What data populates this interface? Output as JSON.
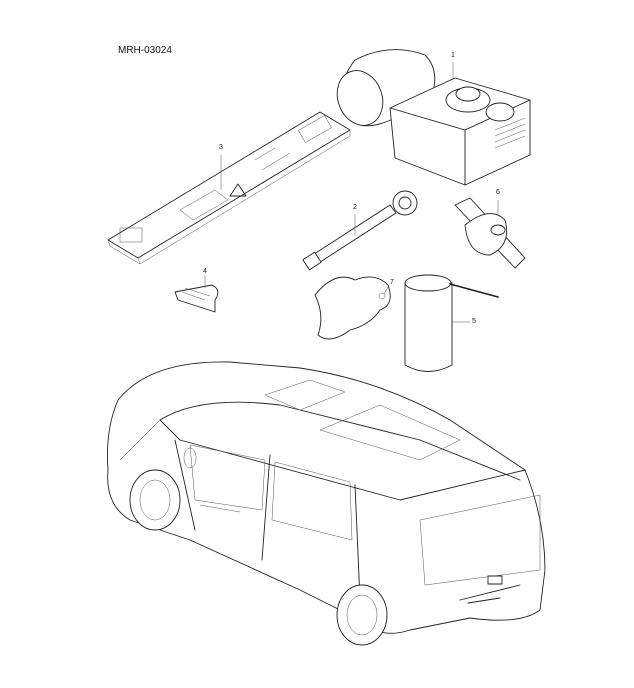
{
  "diagram": {
    "code": "MRH-03024",
    "callouts": [
      "1",
      "2",
      "3",
      "4",
      "5",
      "6",
      "7"
    ]
  }
}
